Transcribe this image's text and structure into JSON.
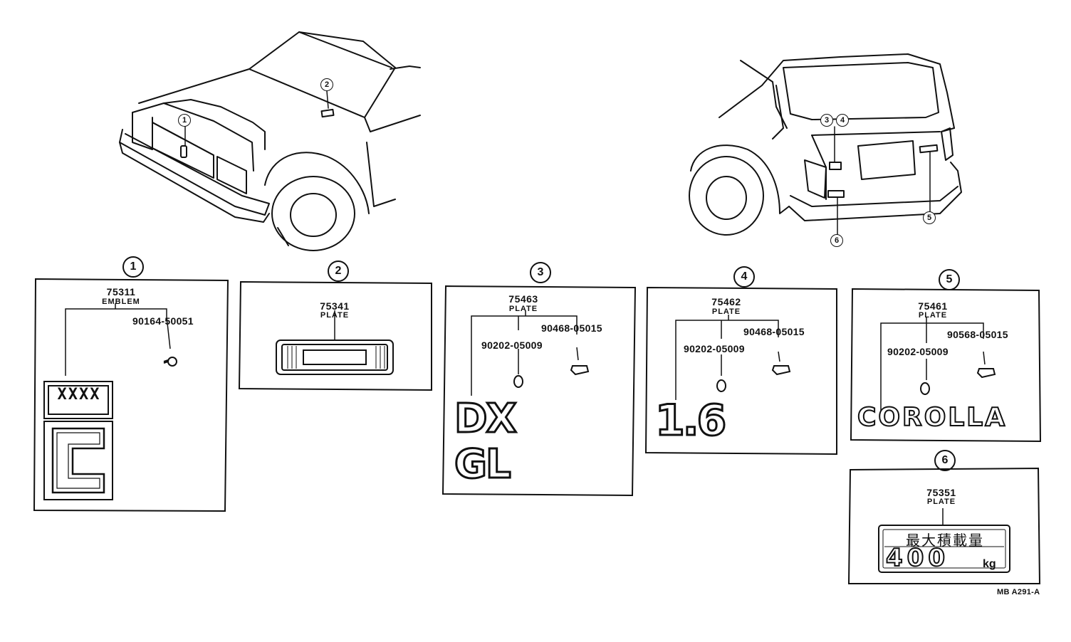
{
  "callouts": {
    "front": {
      "emblem_hood": "1",
      "plate_cowl": "2"
    },
    "rear": {
      "plates_34a": "3",
      "plates_34b": "4",
      "plate_5": "5",
      "plate_6": "6"
    }
  },
  "panels": [
    {
      "circle": "1",
      "part_number": "75311",
      "part_name": "EMBLEM",
      "fastener_1": "90164-50051"
    },
    {
      "circle": "2",
      "part_number": "75341",
      "part_name": "PLATE"
    },
    {
      "circle": "3",
      "part_number": "75463",
      "part_name": "PLATE",
      "fastener_1": "90468-05015",
      "fastener_2": "90202-05009",
      "text_a": "DX",
      "text_b": "GL"
    },
    {
      "circle": "4",
      "part_number": "75462",
      "part_name": "PLATE",
      "fastener_1": "90468-05015",
      "fastener_2": "90202-05009",
      "text_a": "1.6"
    },
    {
      "circle": "5",
      "part_number": "75461",
      "part_name": "PLATE",
      "fastener_1": "90568-05015",
      "fastener_2": "90202-05009",
      "text_a": "COROLLA"
    },
    {
      "circle": "6",
      "part_number": "75351",
      "part_name": "PLATE",
      "jp_text": "最大積載量",
      "load_value": "400",
      "load_unit": "kg"
    }
  ],
  "emblem_1_text": {
    "top": "XXXX",
    "letter": "C"
  },
  "drawing_code": "MB A291-A"
}
